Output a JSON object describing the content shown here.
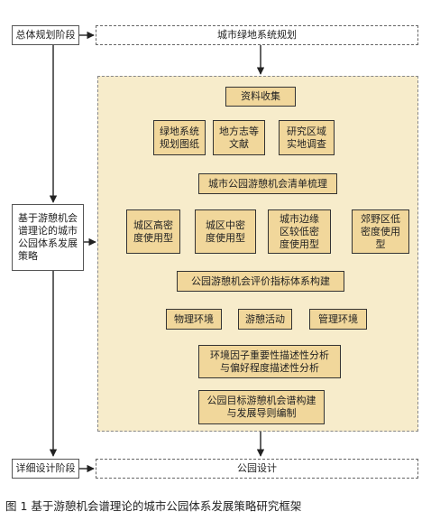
{
  "stages": {
    "overall": "总体规划阶段",
    "detailed": "详细设计阶段"
  },
  "top_box": "城市绿地系统规划",
  "bottom_box": "公园设计",
  "strategy_box": "基于游憩机会\n谱理论的城市\n公园体系发展\n策略",
  "flow": {
    "collect": "资料收集",
    "sources": [
      "绿地系统\n规划图纸",
      "地方志等\n文献",
      "研究区域\n实地调查"
    ],
    "inventory": "城市公园游憩机会清单梳理",
    "zones": [
      "城区高密\n度使用型",
      "城区中密\n度使用型",
      "城市边缘\n区较低密\n度使用型",
      "郊野区低\n密度使用\n型"
    ],
    "index": "公园游憩机会评价指标体系构建",
    "factors": [
      "物理环境",
      "游憩活动",
      "管理环境"
    ],
    "analysis": "环境因子重要性描述性分析\n与偏好程度描述性分析",
    "final": "公园目标游憩机会谱构建\n与发展导则编制"
  },
  "caption": "图 1  基于游憩机会谱理论的城市公园体系发展策略研究框架",
  "colors": {
    "panel": "#f7eccb",
    "node": "#f1d79b"
  }
}
